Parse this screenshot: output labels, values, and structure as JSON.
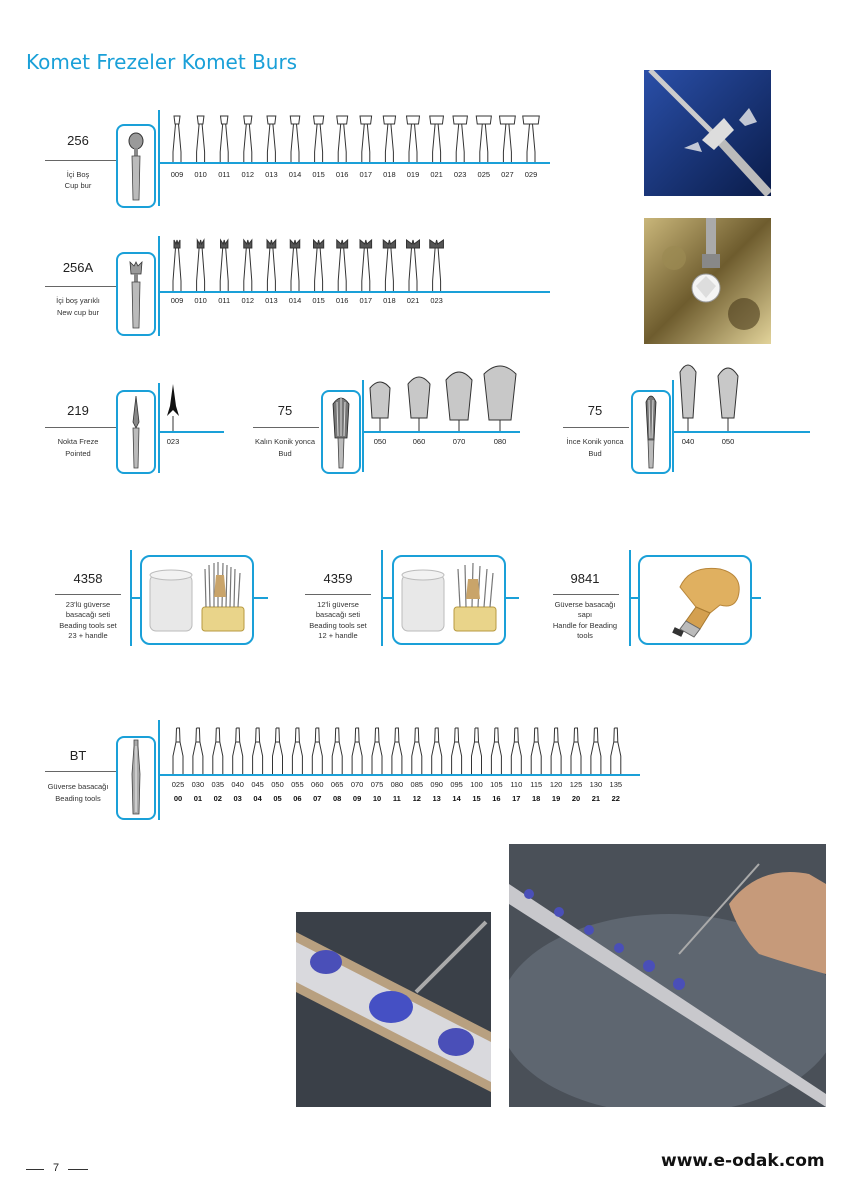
{
  "title": "Komet Frezeler Komet Burs",
  "rows": {
    "r256": {
      "code": "256",
      "desc1": "İçi Boş",
      "desc2": "Cup bur",
      "sizes": [
        "009",
        "010",
        "011",
        "012",
        "013",
        "014",
        "015",
        "016",
        "017",
        "018",
        "019",
        "021",
        "023",
        "025",
        "027",
        "029"
      ]
    },
    "r256a": {
      "code": "256A",
      "desc1": "İçi boş yarıklı",
      "desc2": "New cup bur",
      "sizes": [
        "009",
        "010",
        "011",
        "012",
        "013",
        "014",
        "015",
        "016",
        "017",
        "018",
        "021",
        "023"
      ]
    },
    "r219": {
      "code": "219",
      "desc1": "Nokta Freze",
      "desc2": "Pointed",
      "sizes": [
        "023"
      ]
    },
    "r75a": {
      "code": "75",
      "desc1": "Kalın Konik yonca",
      "desc2": "Bud",
      "sizes": [
        "050",
        "060",
        "070",
        "080"
      ]
    },
    "r75b": {
      "code": "75",
      "desc1": "İnce Konik yonca",
      "desc2": "Bud",
      "sizes": [
        "040",
        "050"
      ]
    },
    "r4358": {
      "code": "4358",
      "desc1": "23'lü güverse",
      "desc2": "basacağı seti",
      "desc3": "Beading tools set",
      "desc4": "23 + handle"
    },
    "r4359": {
      "code": "4359",
      "desc1": "12'li güverse",
      "desc2": "basacağı seti",
      "desc3": "Beading tools set",
      "desc4": "12 + handle"
    },
    "r9841": {
      "code": "9841",
      "desc1": "Güverse basacağı",
      "desc2": "sapı",
      "desc3": "Handle for Beading",
      "desc4": "tools"
    },
    "rbt": {
      "code": "BT",
      "desc1": "Güverse basacağı",
      "desc2": "Beading tools",
      "sizes": [
        "025",
        "030",
        "035",
        "040",
        "045",
        "050",
        "055",
        "060",
        "065",
        "070",
        "075",
        "080",
        "085",
        "090",
        "095",
        "100",
        "105",
        "110",
        "115",
        "120",
        "125",
        "130",
        "135"
      ],
      "nums": [
        "00",
        "01",
        "02",
        "03",
        "04",
        "05",
        "06",
        "07",
        "08",
        "09",
        "10",
        "11",
        "12",
        "13",
        "14",
        "15",
        "16",
        "17",
        "18",
        "19",
        "20",
        "21",
        "22"
      ]
    }
  },
  "footer": {
    "page": "7",
    "url": "www.e-odak.com"
  },
  "colors": {
    "accent": "#1aa0d8"
  }
}
